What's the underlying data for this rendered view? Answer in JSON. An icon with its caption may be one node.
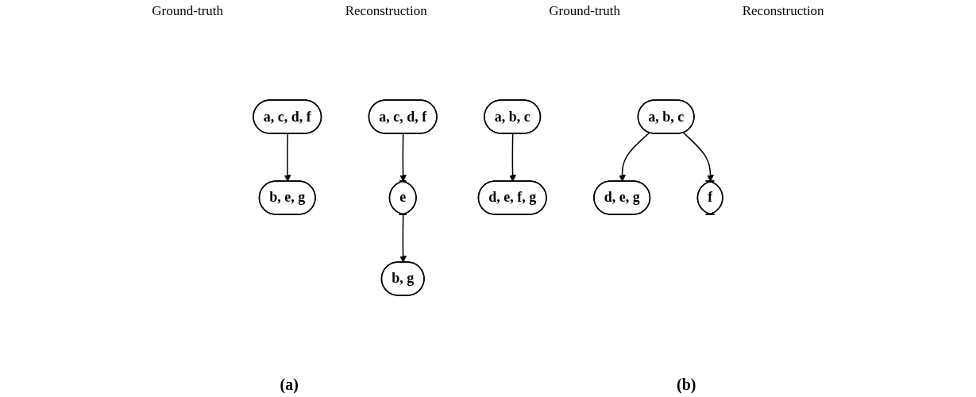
{
  "diagram": {
    "nodes": [
      {
        "text": [
          "a, c, d, f"
        ]
      },
      {
        "text": [
          "b, e, g"
        ]
      },
      {
        "text": [
          "a, c, d, f"
        ]
      },
      {
        "text": [
          "e"
        ]
      },
      {
        "text": [
          "b, g"
        ]
      },
      {
        "text": [
          "a, b, c"
        ]
      },
      {
        "text": [
          "d, e, f, g"
        ]
      },
      {
        "text": [
          "a, b, c"
        ]
      },
      {
        "text": [
          "d, e, g"
        ]
      },
      {
        "text": [
          "f"
        ]
      }
    ],
    "edges": [
      {
        "from": 0,
        "to": 1,
        "arrow": "to"
      },
      {
        "from": 2,
        "to": 3,
        "arrow": "to"
      },
      {
        "from": 3,
        "to": 4,
        "arrow": "to"
      },
      {
        "from": 5,
        "to": 6,
        "arrow": "to"
      },
      {
        "from": 7,
        "to": 8,
        "arrow": "to"
      },
      {
        "from": 7,
        "to": 9,
        "arrow": "to"
      }
    ],
    "labels": [
      "Ground-truth",
      "Reconstruction",
      "Ground-truth",
      "Reconstruction",
      "(a)",
      "(b)"
    ]
  }
}
